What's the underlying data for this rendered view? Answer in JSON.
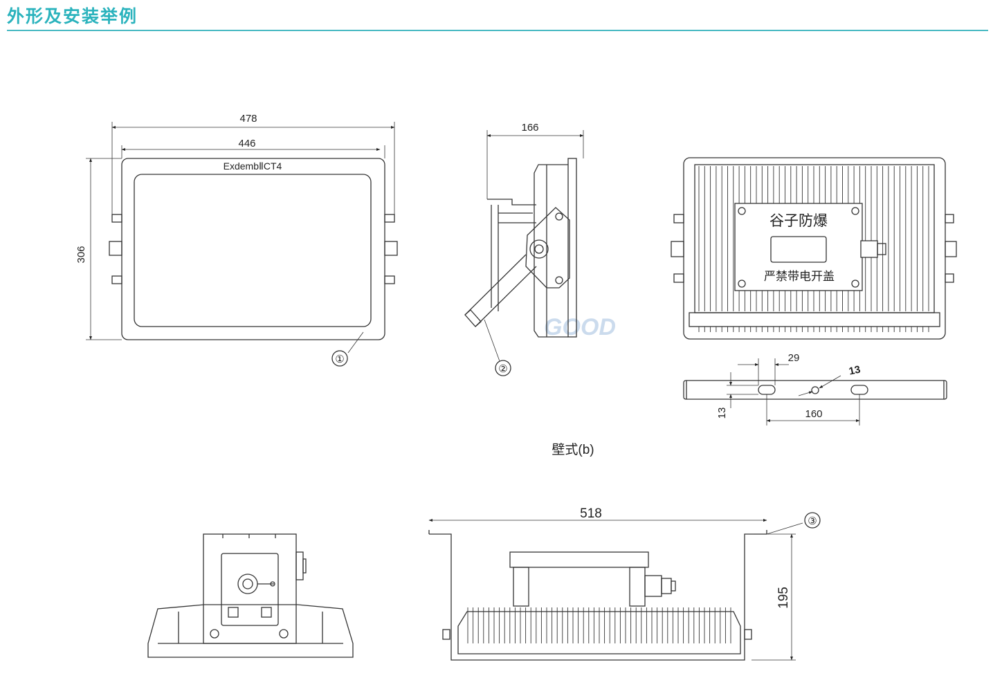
{
  "header": {
    "title": "外形及安装举例"
  },
  "front_view": {
    "dim_overall": "478",
    "dim_inner": "446",
    "dim_height": "306",
    "marking": "ExdembⅡCT4",
    "callout": "①"
  },
  "side_view": {
    "dim_depth": "166",
    "callout": "②",
    "watermark": "GOOD"
  },
  "rear_view": {
    "brand": "谷子防爆",
    "warning": "严禁带电开盖"
  },
  "bracket_detail": {
    "dim_slot_width": "29",
    "dim_hole": "13",
    "dim_slot_height": "13",
    "dim_spacing": "160"
  },
  "caption_wall": "壁式(b)",
  "bottom_view": {
    "dim_width": "518",
    "dim_height": "195",
    "callout": "③"
  },
  "colors": {
    "accent": "#2bb3bd",
    "line": "#333333",
    "watermark": "#b9cde6"
  }
}
